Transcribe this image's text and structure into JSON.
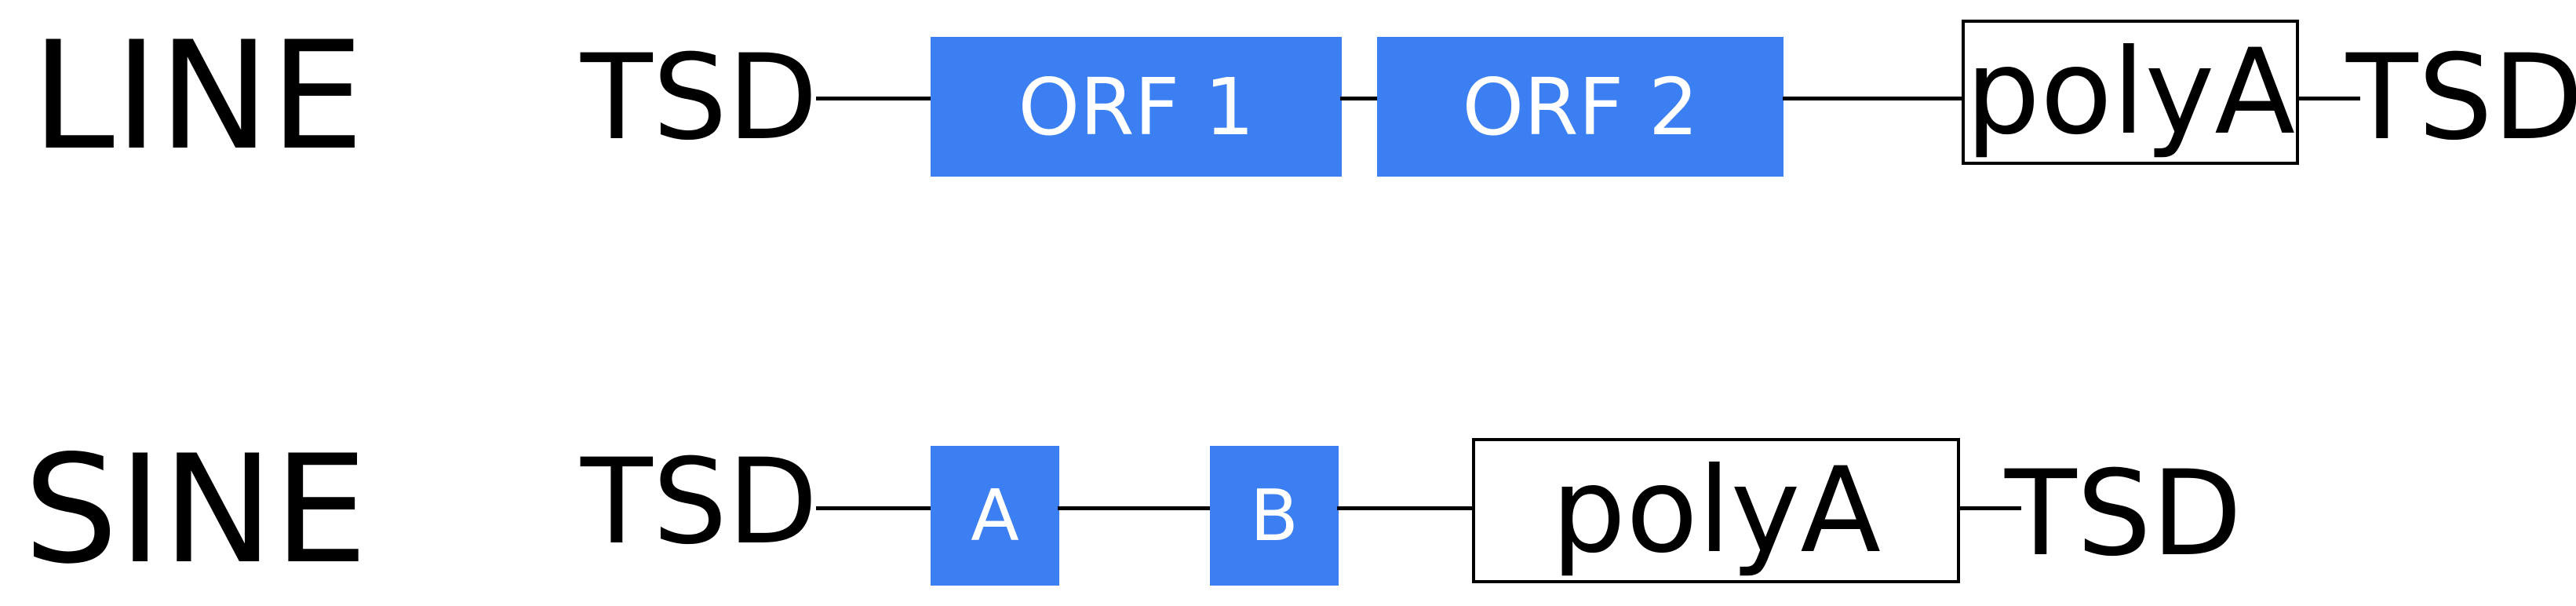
{
  "rows": {
    "line": {
      "name": "LINE",
      "left_tsd": "TSD",
      "orf1": "ORF 1",
      "orf2": "ORF 2",
      "polya": "polyA",
      "right_tsd": "TSD"
    },
    "sine": {
      "name": "SINE",
      "left_tsd": "TSD",
      "box_a": "A",
      "box_b": "B",
      "polya": "polyA",
      "right_tsd": "TSD"
    }
  },
  "colors": {
    "element_fill": "#3b7ff2",
    "text": "#000000",
    "background": "#ffffff"
  }
}
